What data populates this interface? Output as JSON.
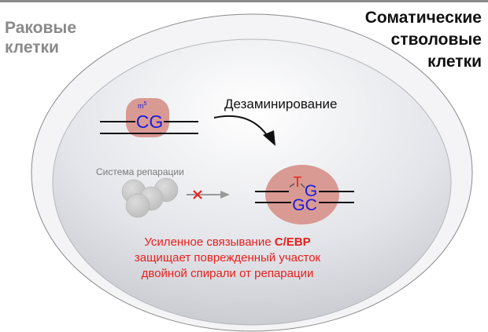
{
  "labels": {
    "cancer_cells_line1": "Раковые",
    "cancer_cells_line2": "клетки",
    "stem_cells_line1": "Соматические",
    "stem_cells_line2": "стволовые",
    "stem_cells_line3": "клетки",
    "deamination": "Дезаминирование",
    "repair_system": "Система репарации",
    "methyl_mark": "m",
    "methyl_sup": "5",
    "cg": "CG",
    "t_base": "T",
    "g_base": "G",
    "gc": "GC",
    "caption_line1_prefix": "Усиленное связывание ",
    "caption_line1_bold": "C/EBP",
    "caption_line2": "защищает поврежденный участок",
    "caption_line3": "двойной спирали от репарации"
  },
  "colors": {
    "base_blue": "#1a1adc",
    "mismatch_red": "#e8201c",
    "caption_red": "#e8201c",
    "highlight": "#d99a94"
  }
}
